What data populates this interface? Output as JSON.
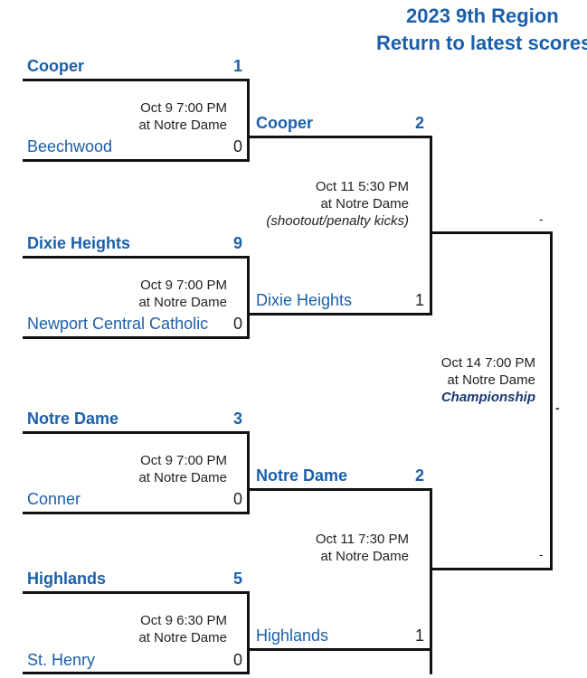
{
  "header": {
    "title": "2023 9th Region",
    "link": "Return to latest scores"
  },
  "round1": [
    {
      "top_team": "Cooper",
      "top_score": "1",
      "bottom_team": "Beechwood",
      "bottom_score": "0",
      "date": "Oct 9 7:00 PM",
      "location": "at Notre Dame"
    },
    {
      "top_team": "Dixie Heights",
      "top_score": "9",
      "bottom_team": "Newport Central Catholic",
      "bottom_score": "0",
      "date": "Oct 9 7:00 PM",
      "location": "at Notre Dame"
    },
    {
      "top_team": "Notre Dame",
      "top_score": "3",
      "bottom_team": "Conner",
      "bottom_score": "0",
      "date": "Oct 9 7:00 PM",
      "location": "at Notre Dame"
    },
    {
      "top_team": "Highlands",
      "top_score": "5",
      "bottom_team": "St. Henry",
      "bottom_score": "0",
      "date": "Oct 9 6:30 PM",
      "location": "at Notre Dame"
    }
  ],
  "round2": [
    {
      "top_team": "Cooper",
      "top_score": "2",
      "bottom_team": "Dixie Heights",
      "bottom_score": "1",
      "date": "Oct 11 5:30 PM",
      "location": "at Notre Dame",
      "note": "(shootout/penalty kicks)"
    },
    {
      "top_team": "Notre Dame",
      "top_score": "2",
      "bottom_team": "Highlands",
      "bottom_score": "1",
      "date": "Oct 11 7:30 PM",
      "location": "at Notre Dame"
    }
  ],
  "final": {
    "top_team": "-",
    "bottom_team": "-",
    "winner": "-",
    "date": "Oct 14 7:00 PM",
    "location": "at Notre Dame",
    "label": "Championship"
  },
  "colors": {
    "team_link": "#1b5faa",
    "line": "#111111"
  }
}
